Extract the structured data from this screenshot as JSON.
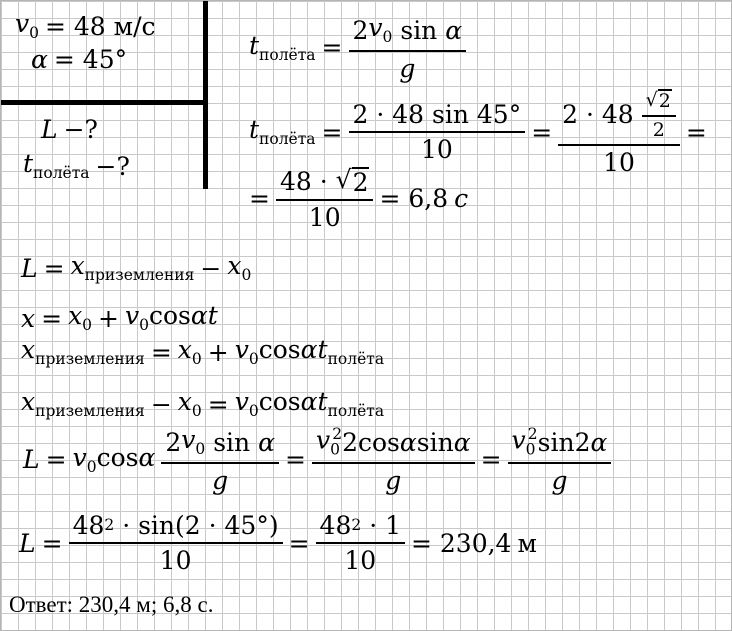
{
  "given": {
    "v0_symbol": "v",
    "v0_sub": "0",
    "v0_value": "= 48 м/с",
    "alpha_symbol": "α",
    "alpha_value": "= 45°"
  },
  "find": {
    "L_symbol": "L",
    "L_q": "−?",
    "t_symbol": "t",
    "t_sub": "полёта",
    "t_q": "−?"
  },
  "eq_t1": {
    "t": "t",
    "sub": "полёта",
    "eq": "=",
    "num_coef": "2",
    "num_v": "v",
    "num_sub": "0",
    "num_sin": "sin",
    "num_alpha": "α",
    "den": "g"
  },
  "eq_t2": {
    "t": "t",
    "sub": "полёта",
    "eq": "=",
    "f1_num": "2 · 48 sin 45°",
    "f1_den": "10",
    "eq2": "=",
    "f2_num": "2 · 48",
    "f2_inner_num": "2",
    "f2_inner_den": "2",
    "f2_den": "10",
    "eq3": "="
  },
  "eq_t3": {
    "eq": "=",
    "num_a": "48 ·",
    "num_root": "2",
    "den": "10",
    "result": "= 6,8",
    "unit": "с"
  },
  "eq_L1": {
    "L": "L",
    "eq": "=",
    "x1": "x",
    "x1_sub": "приземления",
    "minus": "−",
    "x0": "x",
    "x0_sub": "0"
  },
  "eq_x1": {
    "x": "x",
    "eq": "=",
    "x0": "x",
    "x0_sub": "0",
    "plus": "+",
    "v": "v",
    "v_sub": "0",
    "cos": "cos",
    "alpha": "α",
    "t": "t"
  },
  "eq_x2": {
    "x": "x",
    "x_sub": "приземления",
    "eq": "=",
    "x0": "x",
    "x0_sub": "0",
    "plus": "+",
    "v": "v",
    "v_sub": "0",
    "cos": "cos",
    "alpha": "α",
    "t": "t",
    "t_sub": "полёта"
  },
  "eq_x3": {
    "x": "x",
    "x_sub": "приземления",
    "minus": "−",
    "x0": "x",
    "x0_sub": "0",
    "eq": "=",
    "v": "v",
    "v_sub": "0",
    "cos": "cos",
    "alpha": "α",
    "t": "t",
    "t_sub": "полёта"
  },
  "eq_L2": {
    "L": "L",
    "eq": "=",
    "v": "v",
    "v_sub": "0",
    "cos": "cos",
    "alpha": "α",
    "f1_coef": "2",
    "f1_v": "v",
    "f1_sub": "0",
    "f1_sin": "sin",
    "f1_alpha": "α",
    "f1_den": "g",
    "eq2": "=",
    "f2_v": "v",
    "f2_sub": "0",
    "f2_sup": "2",
    "f2_rest": "2cos",
    "f2_alpha1": "α",
    "f2_sin": "sin",
    "f2_alpha2": "α",
    "f2_den": "g",
    "eq3": "=",
    "f3_v": "v",
    "f3_sub": "0",
    "f3_sup": "2",
    "f3_sin": "sin2",
    "f3_alpha": "α",
    "f3_den": "g"
  },
  "eq_L3": {
    "L": "L",
    "eq": "=",
    "f1_base": "48",
    "f1_sup": "2",
    "f1_rest": "· sin(2 · 45°)",
    "f1_den": "10",
    "eq2": "=",
    "f2_base": "48",
    "f2_sup": "2",
    "f2_rest": "· 1",
    "f2_den": "10",
    "result": "= 230,4",
    "unit": "м"
  },
  "answer": "Ответ: 230,4 м; 6,8 с."
}
